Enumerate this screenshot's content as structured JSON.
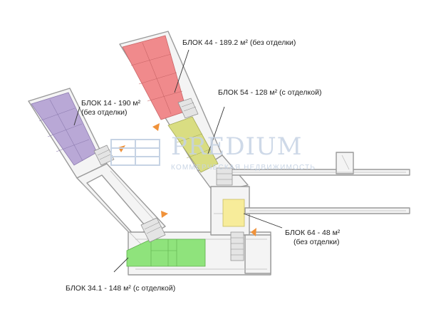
{
  "blocks": {
    "b44": {
      "title": "БЛОК 44 - 189.2 м² (без отделки)",
      "color": "#f08a8c"
    },
    "b54": {
      "title": "БЛОК 54 - 128 м² (с отделкой)",
      "color": "#d9dd82"
    },
    "b14": {
      "line1": "БЛОК 14 - 190 м²",
      "line2": "(без отделки)",
      "color": "#b9a8d6"
    },
    "b64": {
      "line1": "БЛОК 64 - 48 м²",
      "line2": "(без отделки)",
      "color": "#f7ec9a"
    },
    "b341": {
      "title": "БЛОК 34.1 - 148  м² (с отделкой)",
      "color": "#8fe37c"
    }
  },
  "watermark": {
    "brand": "PREDIUM",
    "tagline": "КОММЕРЧЕСКАЯ НЕДВИЖИМОСТЬ",
    "color": "#c6d3e4"
  },
  "colors": {
    "wall": "#9a9a9a",
    "arrow": "#f0923a",
    "leader": "#333333"
  }
}
